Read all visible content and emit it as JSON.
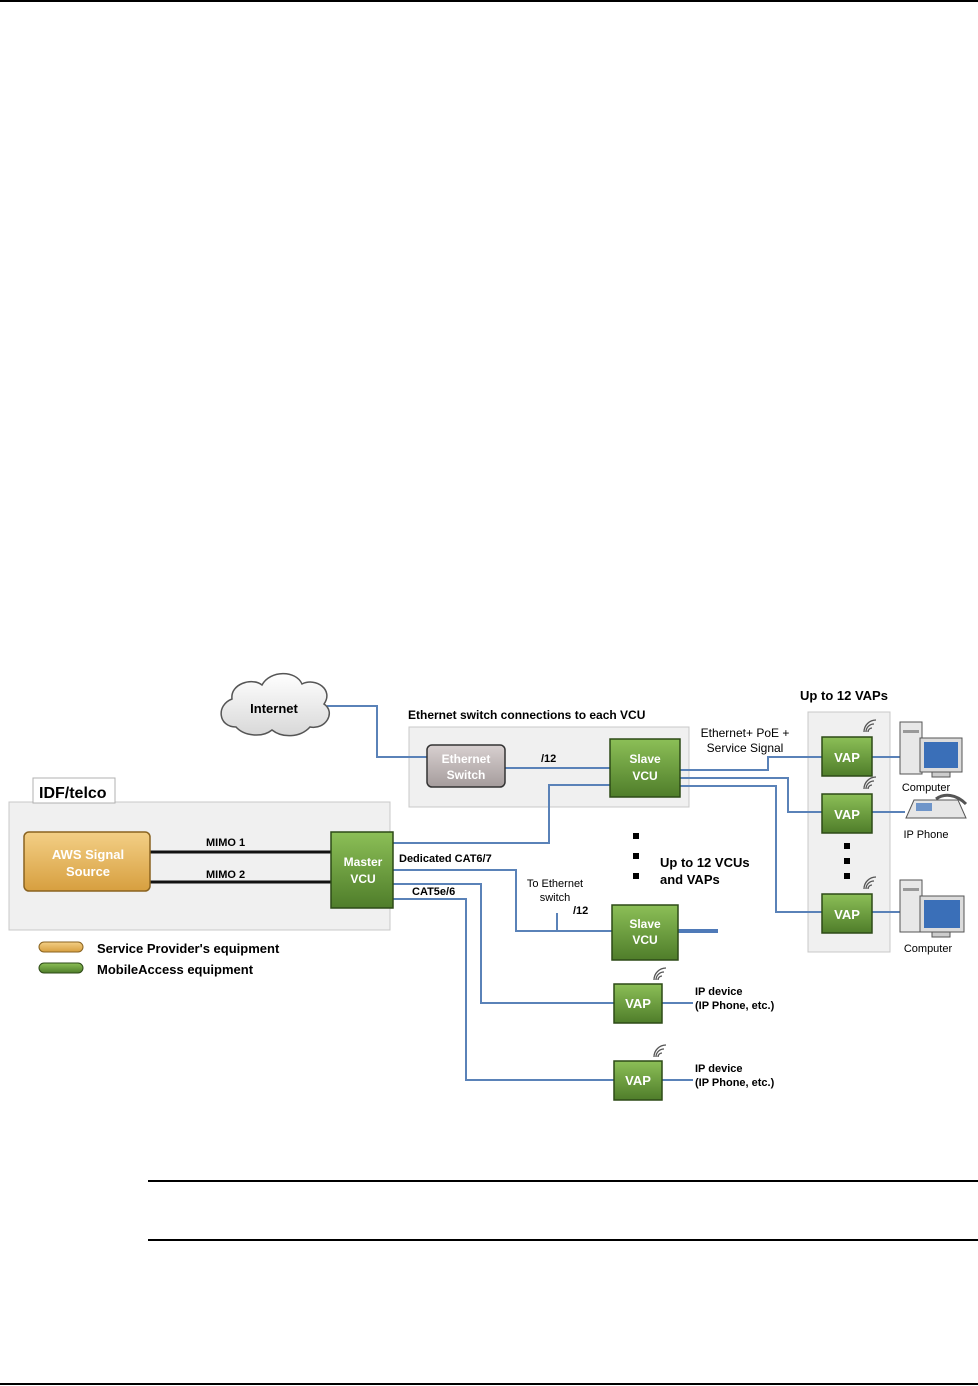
{
  "diagram": {
    "internet": "Internet",
    "switch_group_title": "Ethernet switch connections to each VCU",
    "ethernet_switch": [
      "Ethernet",
      "Switch"
    ],
    "slash12": "/12",
    "slave_vcu": [
      "Slave",
      "VCU"
    ],
    "master_vcu": [
      "Master",
      "VCU"
    ],
    "vap": "VAP",
    "up_to_12_vaps": "Up to 12 VAPs",
    "ethernet_poe": [
      "Ethernet+ PoE +",
      "Service Signal"
    ],
    "idf_telco": "IDF/telco",
    "aws_source": [
      "AWS Signal",
      "Source"
    ],
    "mimo1": "MIMO 1",
    "mimo2": "MIMO 2",
    "dedicated_cat": "Dedicated CAT6/7",
    "cat5": "CAT5e/6",
    "to_ethernet_switch": [
      "To Ethernet",
      "switch"
    ],
    "up_to_12_vcus": [
      "Up to 12 VCUs",
      "and VAPs"
    ],
    "computer": "Computer",
    "ip_phone": "IP Phone",
    "ip_device": [
      "IP device",
      "(IP Phone, etc.)"
    ],
    "legend": {
      "service_provider": "Service Provider's equipment",
      "mobileaccess": "MobileAccess equipment"
    },
    "colors": {
      "green": "#6a9a3a",
      "orange": "#e4b35a",
      "gray_box": "#bdb5b5",
      "line_blue": "#5a82b8",
      "panel": "#f0f0f0"
    }
  }
}
